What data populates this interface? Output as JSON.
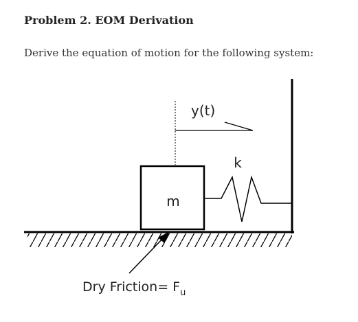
{
  "problem": {
    "heading": "Problem 2. EOM Derivation",
    "prompt": "Derive the equation of motion for the following system:"
  },
  "figure": {
    "displacement_label": "y(t)",
    "spring_label": "k",
    "mass_label": "m",
    "friction_label_prefix": "Dry Friction= F",
    "friction_label_subscript": "u"
  },
  "colors": {
    "ink": "#000000",
    "text": "#222222"
  }
}
